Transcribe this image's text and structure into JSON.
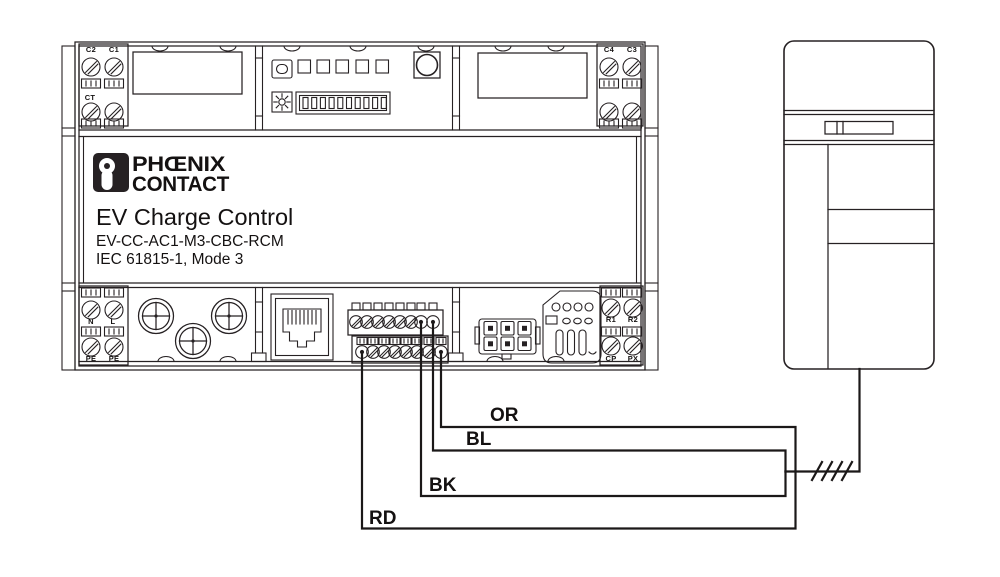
{
  "colors": {
    "background": "#ffffff",
    "line": "#262123",
    "wire": "#1b1818",
    "label_text": "#141111"
  },
  "device": {
    "brand_line1": "PHŒNIX",
    "brand_line2": "CONTACT",
    "title": "EV Charge Control",
    "model": "EV-CC-AC1-M3-CBC-RCM",
    "standard": "IEC 61815-1, Mode 3",
    "terminals_top_left": {
      "a": "C2",
      "b": "C1",
      "c": "CT"
    },
    "terminals_top_right": {
      "a": "C4",
      "b": "C3"
    },
    "terminals_bottom_left": {
      "a": "N",
      "b": "L",
      "c": "PE",
      "d": "PE"
    },
    "terminals_bottom_right": {
      "a": "R1",
      "b": "R2",
      "c": "CP",
      "d": "PX"
    }
  },
  "wiring": {
    "labels": {
      "or": "OR",
      "bl": "BL",
      "bk": "BK",
      "rd": "RD"
    }
  },
  "icons": {
    "phoenix-emblem-icon": "black square with white circle-and-stem mark",
    "rotary-switch-icon": "✳",
    "dip-switch-block": "10-position DIP switch",
    "rj45-port": "ethernet jack outline",
    "mounting-screw-icon": "⊕",
    "cable-conductor-slashes": "////"
  }
}
